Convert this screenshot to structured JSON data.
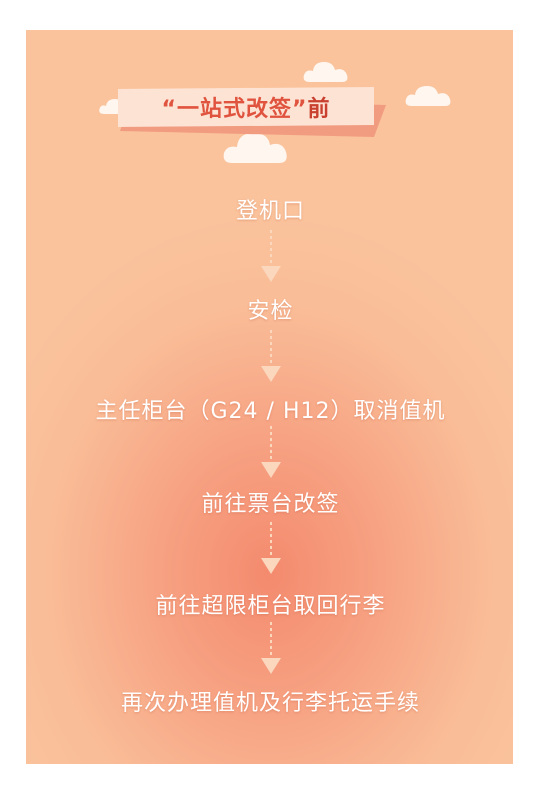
{
  "banner": {
    "title": "“一站式改签”",
    "suffix": "前"
  },
  "steps": [
    "登机口",
    "安检",
    "主任柜台（G24 / H12）取消值机",
    "前往票台改签",
    "前往超限柜台取回行李",
    "再次办理值机及行李托运手续"
  ],
  "colors": {
    "background_light": "#fac39c",
    "background_center": "#f48a6e",
    "banner_fill": "#fde3d4",
    "banner_shadow": "#f19c80",
    "banner_text": "#e0533f",
    "arrow": "#fbd7bd",
    "text": "#ffffff"
  }
}
